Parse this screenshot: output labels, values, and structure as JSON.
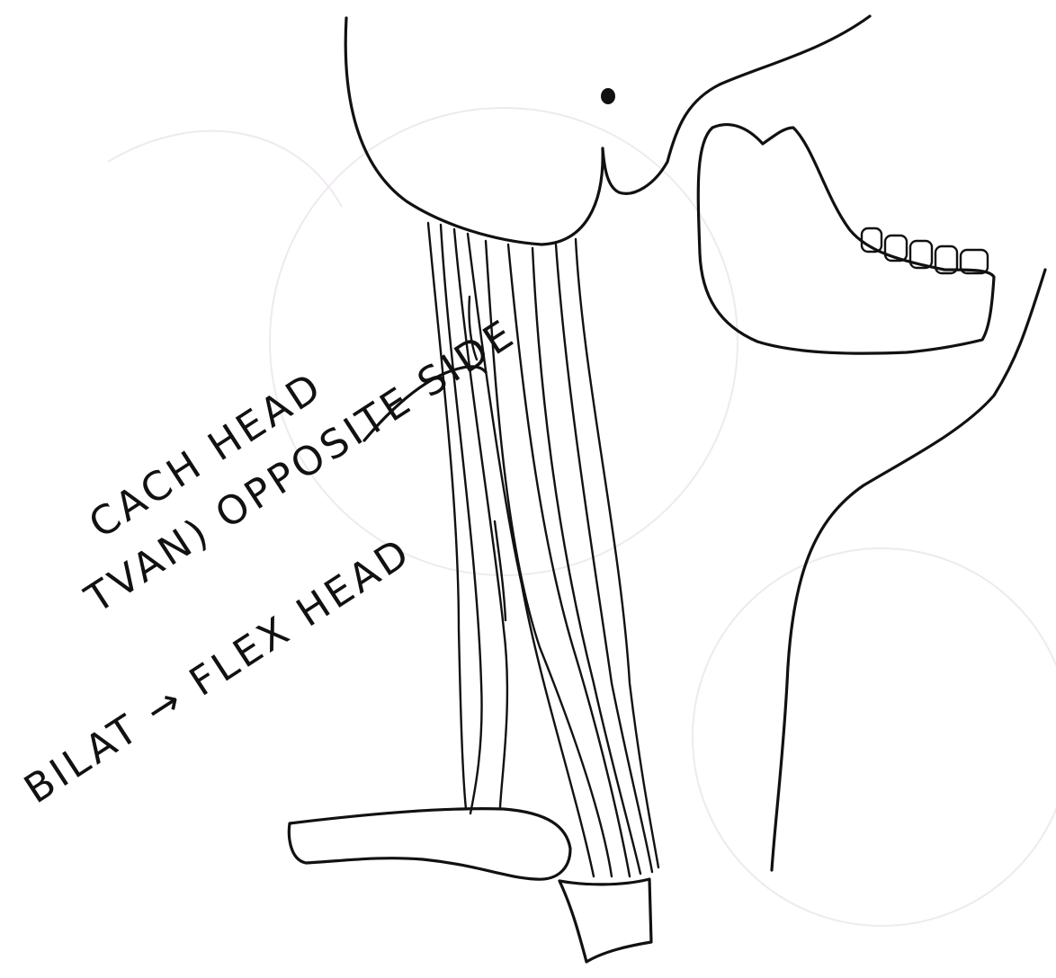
{
  "annotations": {
    "line1": "CACH HEAD",
    "line2": "TVAN) OPPOSITE SIDE",
    "line3": "BILAT → FLEX HEAD"
  },
  "colors": {
    "ink": "#111111",
    "paper": "#ffffff"
  }
}
